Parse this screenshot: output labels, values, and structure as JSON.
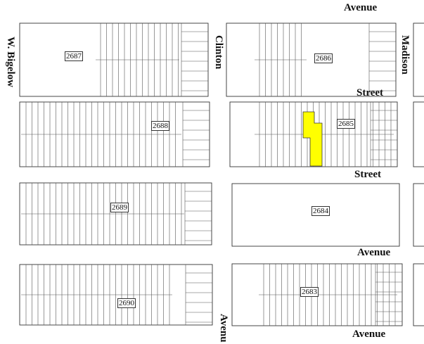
{
  "map": {
    "streets": {
      "avenue_top": "Avenue",
      "w_bigelow": "W. Bigelow",
      "clinton": "Clinton",
      "madison": "Madison",
      "street_upper": "Street",
      "street_middle": "Street",
      "avenue_middle": "Avenue",
      "avenue_bottom": "Avenue",
      "avenue_vertical": "Avenu"
    },
    "blocks": [
      {
        "id": "2687"
      },
      {
        "id": "2686"
      },
      {
        "id": "2688"
      },
      {
        "id": "2685"
      },
      {
        "id": "2689"
      },
      {
        "id": "2684"
      },
      {
        "id": "2690"
      },
      {
        "id": "2683"
      }
    ],
    "highlight_color": "#ffff00",
    "highlighted_block": "2685"
  }
}
